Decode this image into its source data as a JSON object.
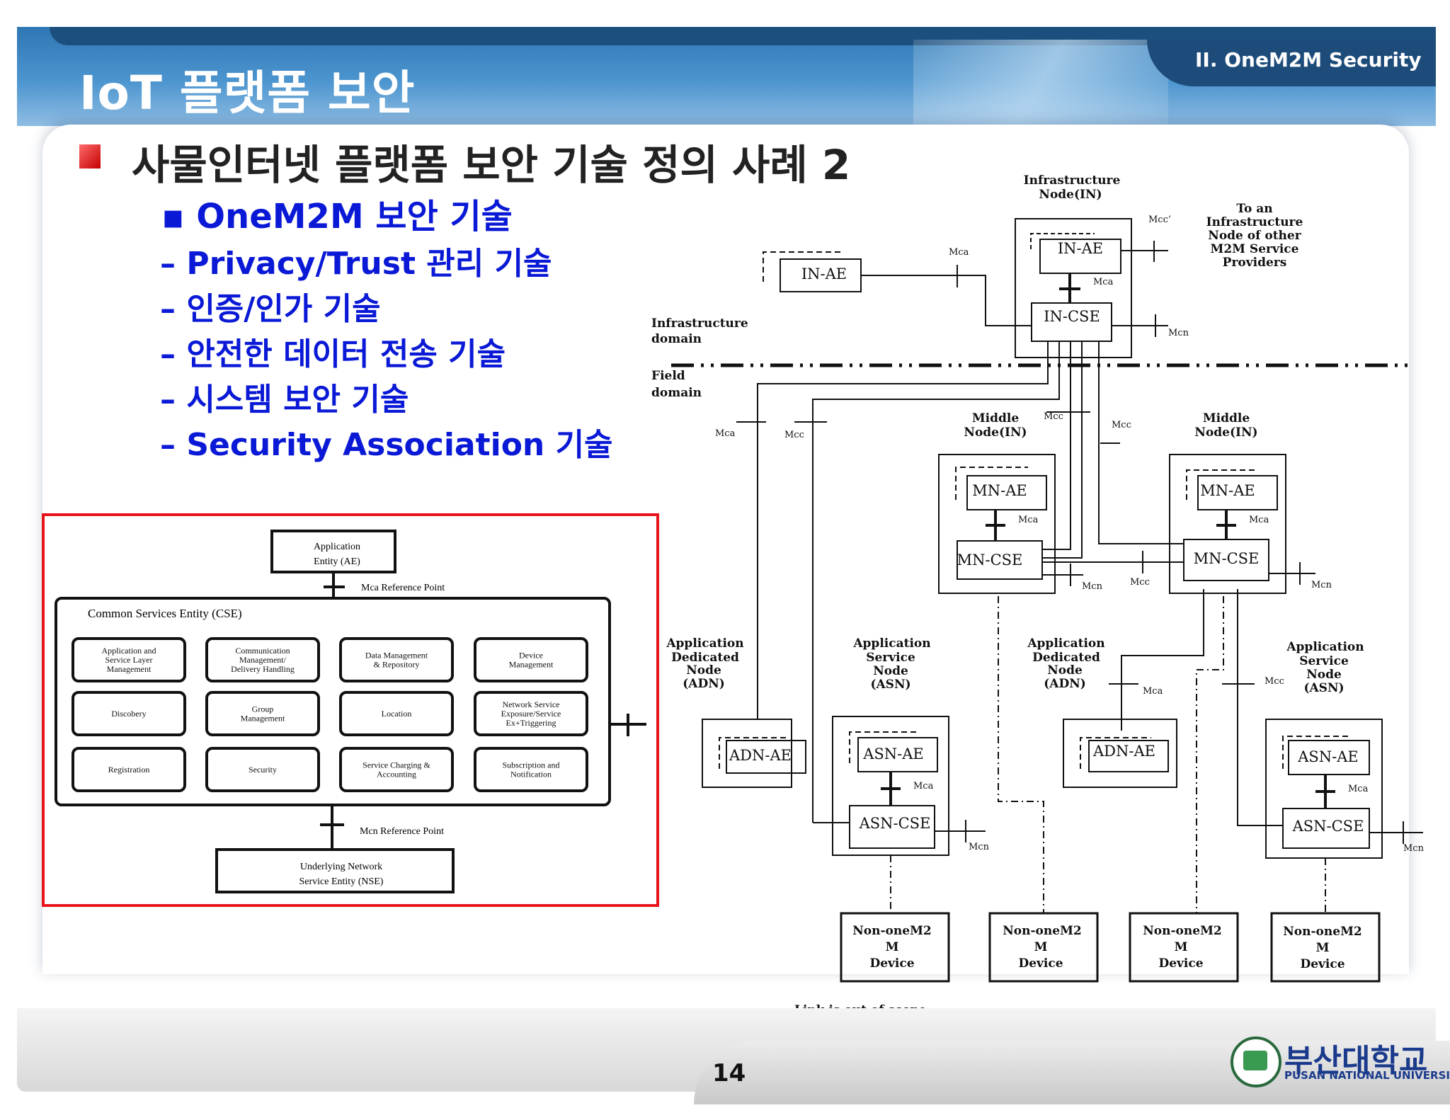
{
  "header": {
    "title": "IoT 플랫폼 보안",
    "section": "II. OneM2M Security"
  },
  "content": {
    "heading": "사물인터넷 플랫폼 보안 기술 정의 사례 2",
    "subheading": "▪ OneM2M 보안 기술",
    "items": [
      "– Privacy/Trust  관리 기술",
      "– 인증/인가 기술",
      "– 안전한 데이터 전송 기술",
      "– 시스템 보안 기술",
      "– Security  Association  기술"
    ]
  },
  "cse_diagram": {
    "ae_lines": [
      "Application",
      "Entity (AE)"
    ],
    "mca_ref": "Mca Reference Point",
    "cse_title": "Common Services Entity (CSE)",
    "modules": [
      [
        "Application  and",
        "Service Layer",
        "Management"
      ],
      [
        "Communication",
        "Management/",
        "Delivery  Handling"
      ],
      [
        "Data Management",
        "& Repository"
      ],
      [
        "Device",
        "Management"
      ],
      [
        "Discobery"
      ],
      [
        "Group",
        "Management"
      ],
      [
        "Location"
      ],
      [
        "Network Service",
        "Exposure/Service",
        "Ex+Triggering"
      ],
      [
        "Registration"
      ],
      [
        "Security"
      ],
      [
        "Service Charging  &",
        "Accounting"
      ],
      [
        "Subscription and",
        "Notification"
      ]
    ],
    "mcn_ref": "Mcn Reference Point",
    "nse_lines": [
      "Underlying  Network",
      "Service Entity (NSE)"
    ]
  },
  "arch": {
    "in_node": [
      "Infrastructure",
      "Node(IN)"
    ],
    "to_an": [
      "To an",
      "Infrastructure",
      "Node of other",
      "M2M Service",
      "Providers"
    ],
    "infra_domain": [
      "Infrastructure",
      "domain"
    ],
    "field_domain": [
      "Field",
      "domain"
    ],
    "middle_node": [
      "Middle",
      "Node(IN)"
    ],
    "adn_label": [
      "Application",
      "Dedicated",
      "Node",
      "(ADN)"
    ],
    "asn_label": [
      "Application",
      "Service",
      "Node",
      "(ASN)"
    ],
    "in_ae": "IN-AE",
    "in_cse": "IN-CSE",
    "mn_ae": "MN-AE",
    "mn_cse": "MN-CSE",
    "adn_ae": "ADN-AE",
    "asn_ae": "ASN-AE",
    "asn_cse": "ASN-CSE",
    "mca": "Mca",
    "mcc": "Mcc",
    "mcc_prime": "Mcc’",
    "mcn": "Mcn",
    "non_onem2m": [
      "Non-oneM2",
      "M",
      "Device"
    ],
    "link_scope": "Link is out of scope"
  }
}
